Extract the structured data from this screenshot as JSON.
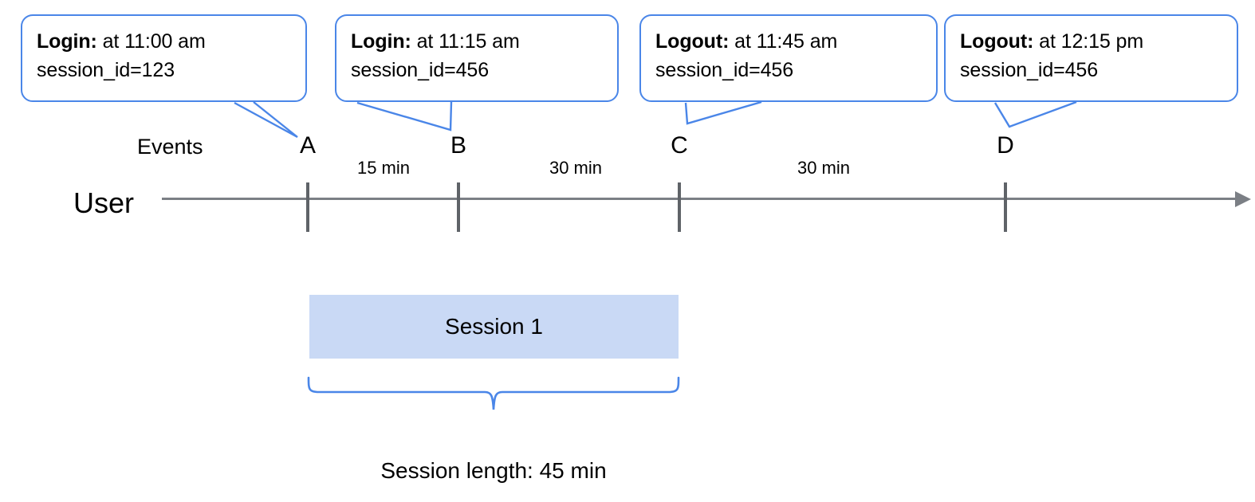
{
  "diagram": {
    "rows": {
      "events_label": "Events",
      "user_label": "User"
    },
    "callouts": [
      {
        "event": "Login:",
        "time": " at 11:00 am",
        "session": "session_id=123"
      },
      {
        "event": "Login:",
        "time": " at 11:15 am",
        "session": "session_id=456"
      },
      {
        "event": "Logout:",
        "time": " at 11:45 am",
        "session": "session_id=456"
      },
      {
        "event": "Logout:",
        "time": " at 12:15 pm",
        "session": "session_id=456"
      }
    ],
    "markers": [
      {
        "letter": "A"
      },
      {
        "letter": "B"
      },
      {
        "letter": "C"
      },
      {
        "letter": "D"
      }
    ],
    "intervals": [
      {
        "label": "15 min"
      },
      {
        "label": "30 min"
      },
      {
        "label": "30 min"
      }
    ],
    "session": {
      "bar_label": "Session 1",
      "caption": "Session length: 45 min"
    },
    "colors": {
      "bubble_border": "#4a86e8",
      "bubble_fill": "#ffffff",
      "session_fill": "#c9d9f5",
      "axis": "#7b7f85",
      "tick": "#5f6368",
      "brace": "#4a86e8",
      "text": "#000000"
    }
  }
}
